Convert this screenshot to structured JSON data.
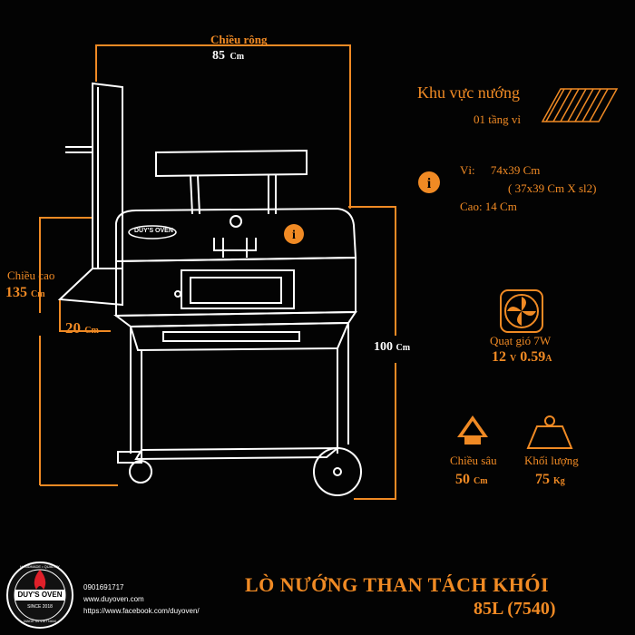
{
  "dimensions": {
    "width_label": "Chiều rộng",
    "width_value": "85",
    "width_unit": "Cm",
    "height_label": "Chiều cao",
    "height_value": "135",
    "height_unit": "Cm",
    "shelf_value": "20",
    "shelf_unit": "Cm",
    "leg_height_value": "100",
    "leg_height_unit": "Cm"
  },
  "grill_area": {
    "title": "Khu vực nướng",
    "layers": "01 tầng vỉ",
    "grate_icon": "grill-grate-icon"
  },
  "grate_spec": {
    "info_icon": "info-icon",
    "vi_label": "Vỉ:",
    "vi_value": "74x39 Cm",
    "vi_sub": "( 37x39 Cm X sl2)",
    "height_text": "Cao: 14 Cm"
  },
  "fan": {
    "icon": "fan-icon",
    "label": "Quạt gió 7W",
    "volt_value": "12",
    "volt_unit": "V",
    "amp_value": "0.59",
    "amp_unit": "A"
  },
  "depth": {
    "icon": "depth-arrow-icon",
    "label": "Chiều sâu",
    "value": "50",
    "unit": "Cm"
  },
  "weight": {
    "icon": "weight-icon",
    "label": "Khối lượng",
    "value": "75",
    "unit": "Kg"
  },
  "product": {
    "title": "LÒ NƯỚNG THAN TÁCH KHÓI",
    "model": "85L (7540)",
    "oven_badge": "DUY'S OVEN"
  },
  "contact": {
    "phone": "0901691717",
    "website": "www.duyoven.com",
    "facebook": "https://www.facebook.com/duyoven/"
  },
  "logo": {
    "name": "DUY'S OVEN",
    "since": "SINCE 2018",
    "ring_top": "HANDMADE • QUALITY",
    "ring_bottom": "MADE IN VIETNAM"
  },
  "colors": {
    "accent": "#f08a24",
    "background": "#030303",
    "outline": "#ffffff"
  }
}
